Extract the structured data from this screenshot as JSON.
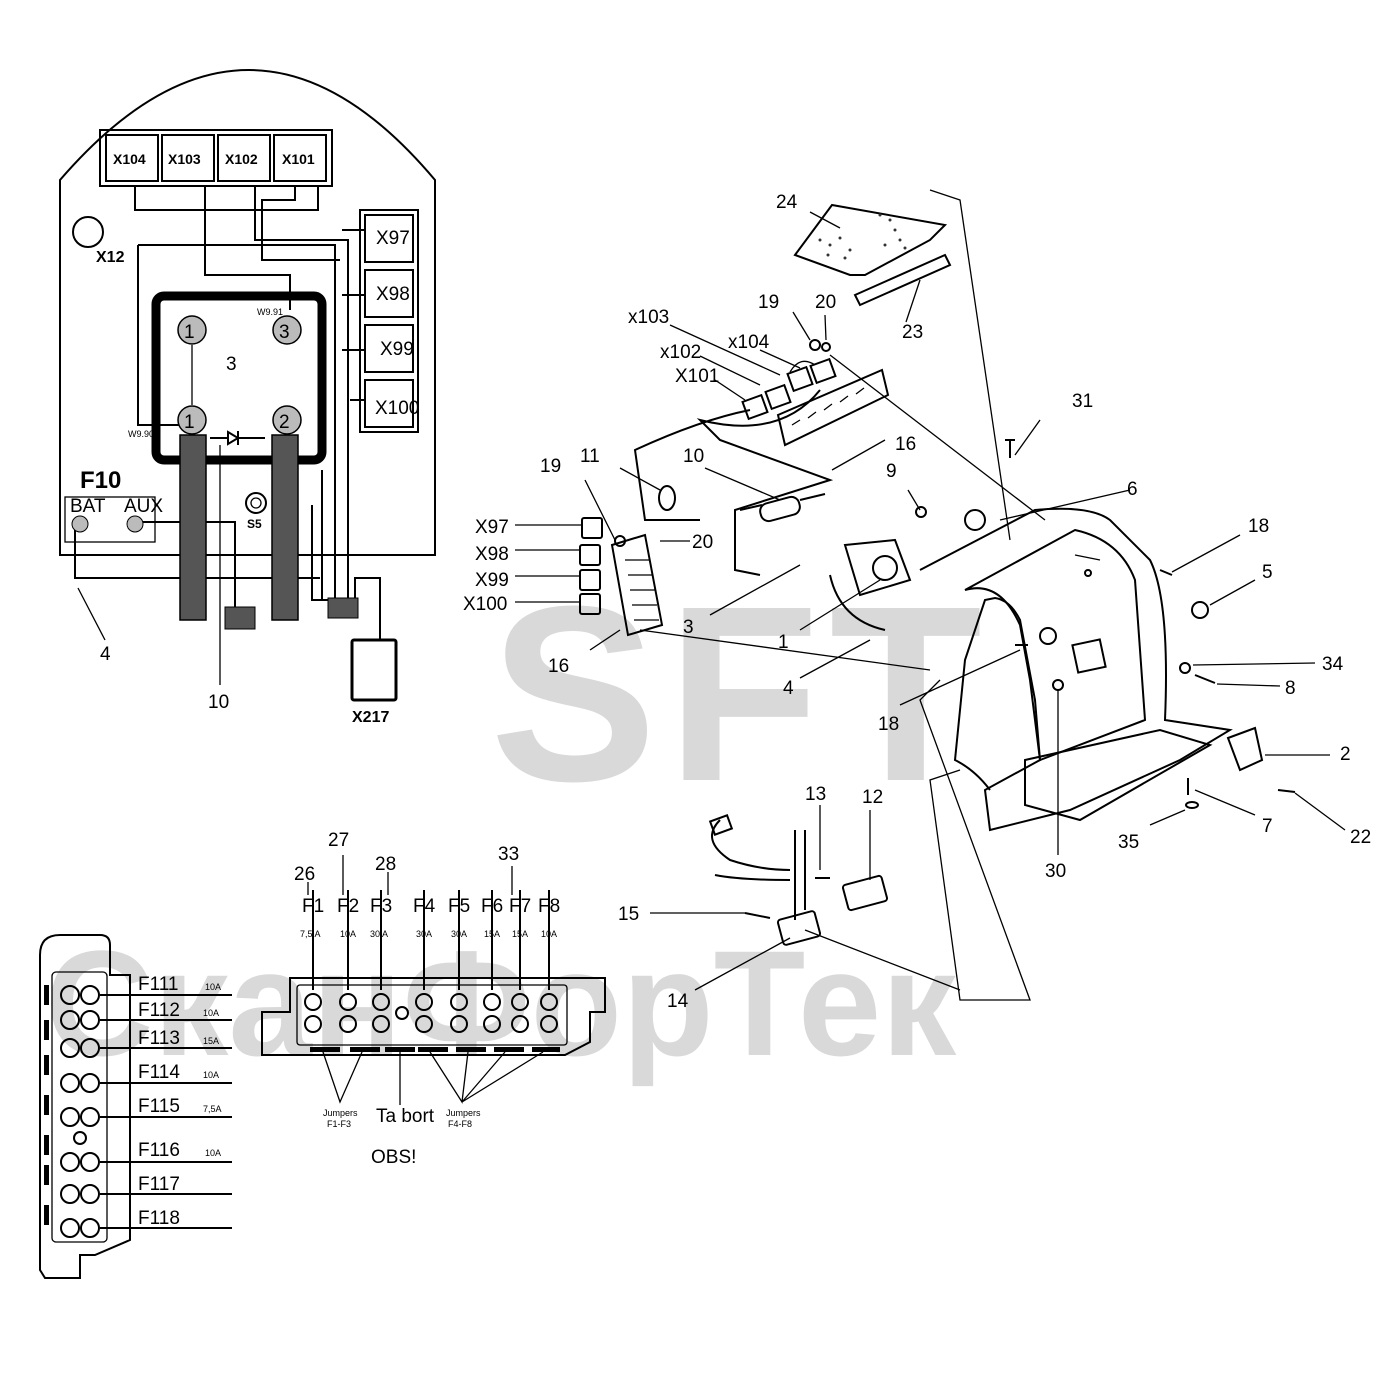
{
  "watermark": {
    "brand": "SFT",
    "name": "СканФорТек"
  },
  "panel": {
    "connectors": [
      "X104",
      "X103",
      "X102",
      "X101"
    ],
    "side_connectors": [
      "X97",
      "X98",
      "X99",
      "X100"
    ],
    "x12": "X12",
    "fuse_title": "F10",
    "bat": "BAT",
    "aux": "AUX",
    "s5": "S5",
    "x217": "X217",
    "w991": "W9.91",
    "w990": "W9.90",
    "relay_pins": [
      "1",
      "3",
      "1",
      "2"
    ],
    "callouts": [
      "3",
      "4",
      "10"
    ]
  },
  "fuse_strip": {
    "fuses": [
      {
        "name": "F1",
        "rating": "7,5 A"
      },
      {
        "name": "F2",
        "rating": "10A"
      },
      {
        "name": "F3",
        "rating": "30 A"
      },
      {
        "name": "F4",
        "rating": "30A"
      },
      {
        "name": "F5",
        "rating": "30A"
      },
      {
        "name": "F6",
        "rating": "15A"
      },
      {
        "name": "F7",
        "rating": "15A"
      },
      {
        "name": "F8",
        "rating": "10A"
      }
    ],
    "callouts": [
      "26",
      "27",
      "28",
      "33"
    ],
    "jumpers_a_1": "Jumpers",
    "jumpers_a_2": "F1-F3",
    "ta_bort": "Ta bort",
    "jumpers_b_1": "Jumpers",
    "jumpers_b_2": "F4-F8",
    "obs": "OBS!"
  },
  "fuse_block": {
    "fuses": [
      {
        "name": "F111",
        "rating": "10A"
      },
      {
        "name": "F112",
        "rating": "10A"
      },
      {
        "name": "F113",
        "rating": "15A"
      },
      {
        "name": "F114",
        "rating": "10A"
      },
      {
        "name": "F115",
        "rating": "7,5A"
      },
      {
        "name": "F116",
        "rating": "10A"
      },
      {
        "name": "F117",
        "rating": ""
      },
      {
        "name": "F118",
        "rating": ""
      }
    ]
  },
  "exploded": {
    "conn_labels": [
      "x103",
      "x102",
      "x104",
      "X101"
    ],
    "relay_labels": [
      "X97",
      "X98",
      "X99",
      "X100"
    ],
    "parts": [
      "24",
      "23",
      "19",
      "20",
      "16",
      "31",
      "11",
      "10",
      "9",
      "6",
      "19",
      "20",
      "18",
      "5",
      "3",
      "1",
      "16",
      "4",
      "34",
      "8",
      "18",
      "2",
      "13",
      "12",
      "7",
      "22",
      "35",
      "30",
      "15",
      "14"
    ]
  }
}
